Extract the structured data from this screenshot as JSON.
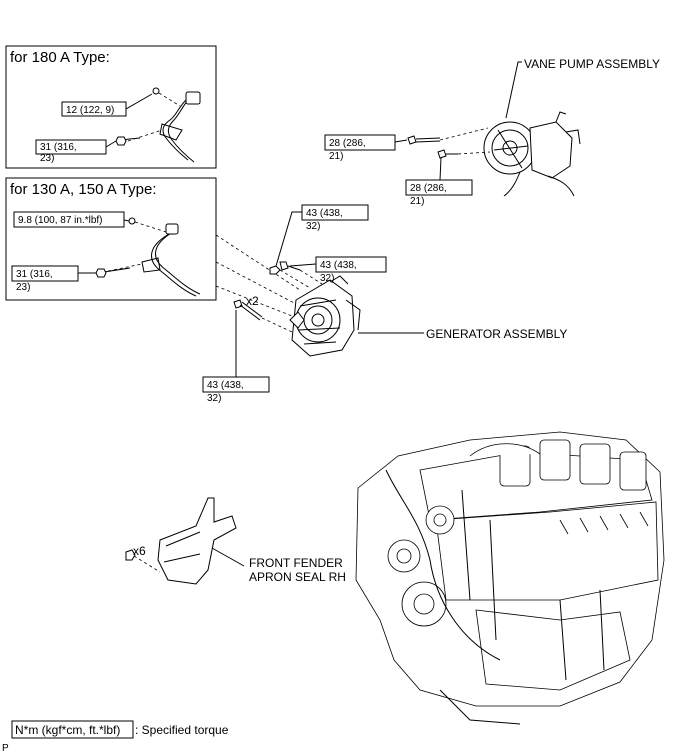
{
  "panels": {
    "type180": {
      "title": "for 180 A Type:"
    },
    "type130": {
      "title": "for 130 A, 150 A Type:"
    }
  },
  "torques": {
    "t180_nut": "12 (122, 9)",
    "t180_bolt_1": "31 (316,",
    "t180_bolt_2": "23)",
    "t130_nut": "9.8 (100, 87 in.*lbf)",
    "t130_bolt_1": "31 (316,",
    "t130_bolt_2": "23)",
    "gen_top_1": "43 (438,",
    "gen_top_2": "32)",
    "gen_mid_1": "43 (438,",
    "gen_mid_2": "32)",
    "gen_bot_1": "43 (438,",
    "gen_bot_2": "32)",
    "pump_a_1": "28 (286,",
    "pump_a_2": "21)",
    "pump_b_1": "28 (286,",
    "pump_b_2": "21)"
  },
  "parts": {
    "vane_pump": "VANE PUMP ASSEMBLY",
    "generator": "GENERATOR ASSEMBLY",
    "seal_1": "FRONT FENDER",
    "seal_2": "APRON SEAL RH"
  },
  "quantities": {
    "gen_bolt": "x2",
    "seal_clip": "x6"
  },
  "legend": {
    "unit": "N*m (kgf*cm, ft.*lbf)",
    "desc": ": Specified torque"
  },
  "corner_mark": "P"
}
